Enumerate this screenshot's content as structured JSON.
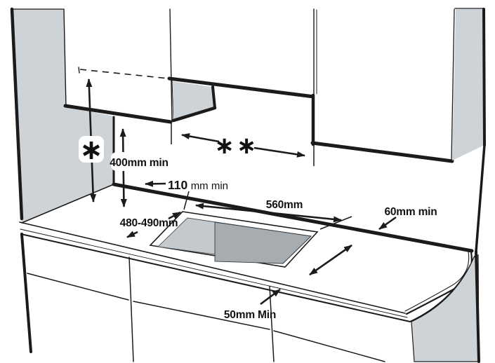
{
  "diagram": {
    "annotations": {
      "hood_height_symbol": "∗",
      "niche_width_symbol": "∗∗",
      "hood_bottom_clearance": "400mm min",
      "side_wall_clearance_value": "110",
      "side_wall_clearance_unit": " mm min",
      "cutout_width": "560mm",
      "cutout_depth": "480-490mm",
      "rear_gap": "60mm min",
      "front_gap": "50mm Min"
    },
    "colors": {
      "line": "#1b1b1b",
      "wall_panel_gray": "#ced3d7",
      "cutout_side_gray": "#c4c9ce",
      "cutout_void_gray": "#a7acb1",
      "badge_background": "#ffffff"
    },
    "icons": {
      "asterisk_badge": "asterisk-icon",
      "double_asterisk": "double-asterisk-icon"
    }
  }
}
